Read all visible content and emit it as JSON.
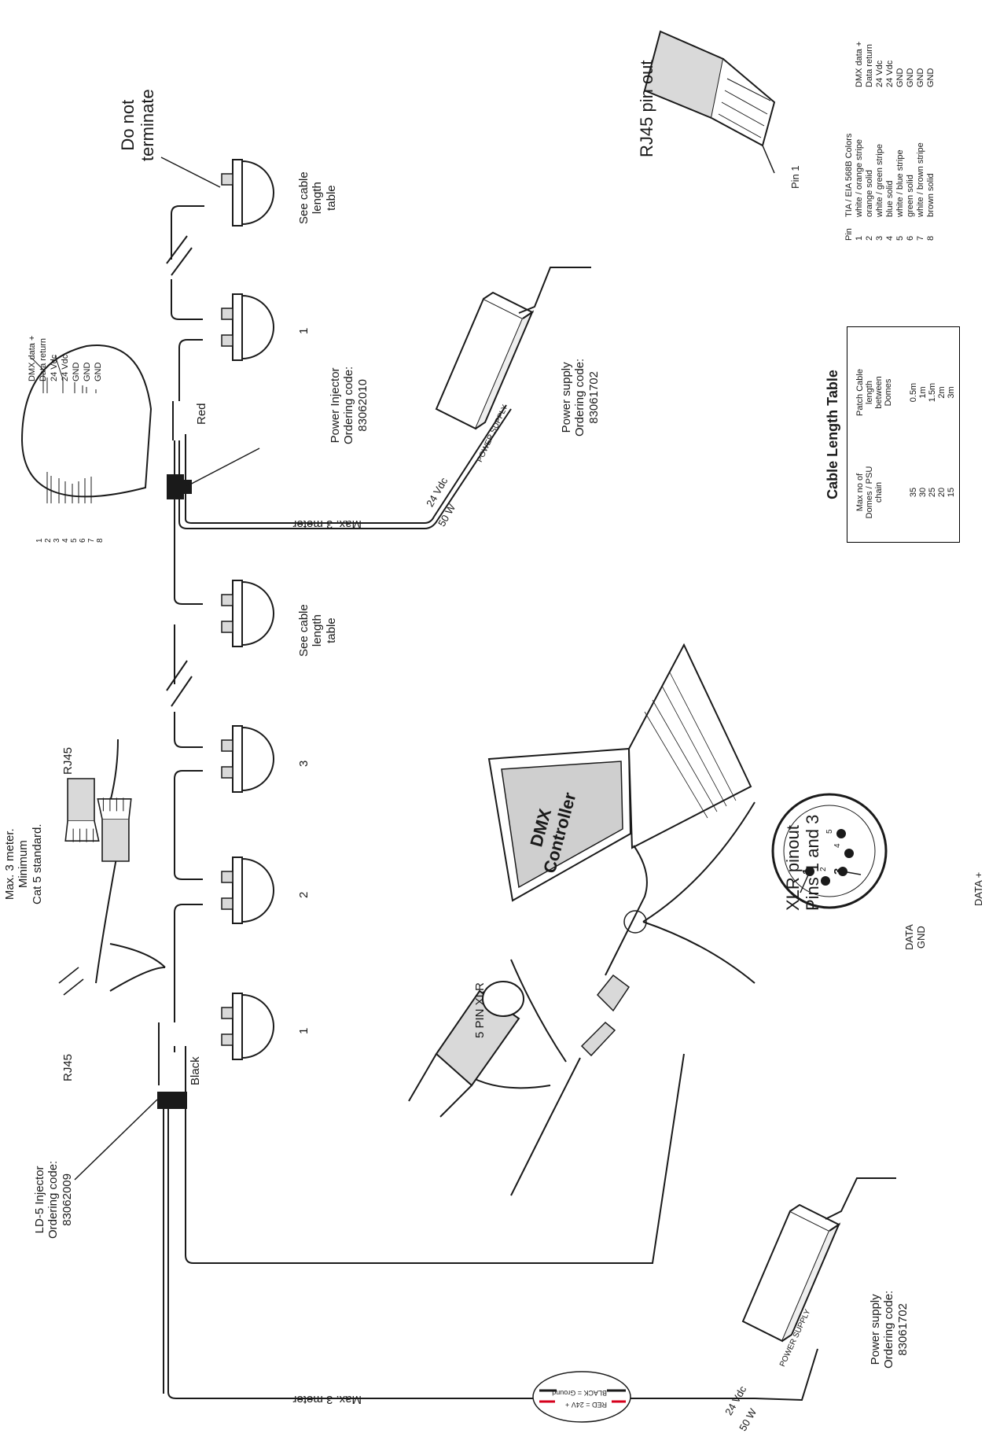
{
  "colors": {
    "line": "#1a1a1a",
    "plug": "#d9d9d9",
    "screen": "#cfcfcf",
    "red_wire": "#d6001c"
  },
  "labels": {
    "do_not_terminate": [
      "Do not",
      "terminate"
    ],
    "see_cable_top": [
      "See cable",
      "length",
      "table"
    ],
    "see_cable_mid": [
      "See cable",
      "length",
      "table"
    ],
    "dome_top_1": "1",
    "dome_mid_3": "3",
    "dome_2": "2",
    "dome_1": "1",
    "red": "Red",
    "black": "Black",
    "max3_top": "Max. 3 meter",
    "max3_bottom": "Max. 3 meter",
    "power_injector": [
      "Power Injector",
      "Ordering code:",
      "83062010"
    ],
    "psu_top": [
      "Power supply",
      "Ordering code:",
      "83061702"
    ],
    "psu_bottom": [
      "Power supply",
      "Ordering code:",
      "83061702"
    ],
    "ld5_injector": [
      "LD-5 Injector",
      "Ordering code:",
      "83062009"
    ],
    "max3_cat5": [
      "Max. 3 meter.",
      "Minimum",
      "Cat 5 standard."
    ],
    "rj45_a": "RJ45",
    "rj45_b": "RJ45",
    "five_pin_xlr": "5 PIN XLR",
    "dmx_controller": [
      "DMX",
      "Controller"
    ],
    "xlr_pinout": [
      "XLR pinout",
      "Pins 1 and 3"
    ],
    "xlr_data_gnd": [
      "DATA",
      "GND"
    ],
    "xlr_data_plus": "DATA +",
    "xlr_pins": [
      "1",
      "2",
      "3",
      "4",
      "5"
    ],
    "v24_top": "24 Vdc",
    "w50_top": "50 W",
    "v24_bottom": "24 Vdc",
    "w50_bottom": "50 W",
    "power_supply_text": "POWER SUPPLY",
    "power_supply_text2": "POWER SUPPLY",
    "red_24v": "RED = 24V +",
    "black_ground": "BLACK = Ground",
    "rj45_pin_out": "RJ45 pin out",
    "pin1": "Pin 1"
  },
  "callout_signals": [
    "DMX data +",
    "Data return",
    "24 Vdc",
    "24 Vdc",
    "GND",
    "GND",
    "GND"
  ],
  "callout_pins": [
    "1",
    "2",
    "3",
    "4",
    "5",
    "6",
    "7",
    "8"
  ],
  "rj45_table": {
    "header": [
      "Pin",
      "TIA / EIA 568B Colors",
      ""
    ],
    "rows": [
      [
        "1",
        "white / orange stripe",
        "DMX data +"
      ],
      [
        "2",
        "orange solid",
        "Data return"
      ],
      [
        "3",
        "white / green stripe",
        "24 Vdc"
      ],
      [
        "4",
        "blue solid",
        "24 Vdc"
      ],
      [
        "5",
        "white / blue stripe",
        "GND"
      ],
      [
        "6",
        "green solid",
        "GND"
      ],
      [
        "7",
        "white / brown stripe",
        "GND"
      ],
      [
        "8",
        "brown solid",
        "GND"
      ]
    ]
  },
  "cable_length_table": {
    "title": "Cable Length Table",
    "col1_header": [
      "Max no of",
      "Domes / PSU",
      "chain"
    ],
    "col2_header": [
      "Patch Cable",
      "length",
      "between",
      "Domes"
    ],
    "col1_values": [
      "35",
      "30",
      "25",
      "20",
      "15"
    ],
    "col2_values": [
      "0.5m",
      "1m",
      "1.5m",
      "2m",
      "3m"
    ]
  }
}
